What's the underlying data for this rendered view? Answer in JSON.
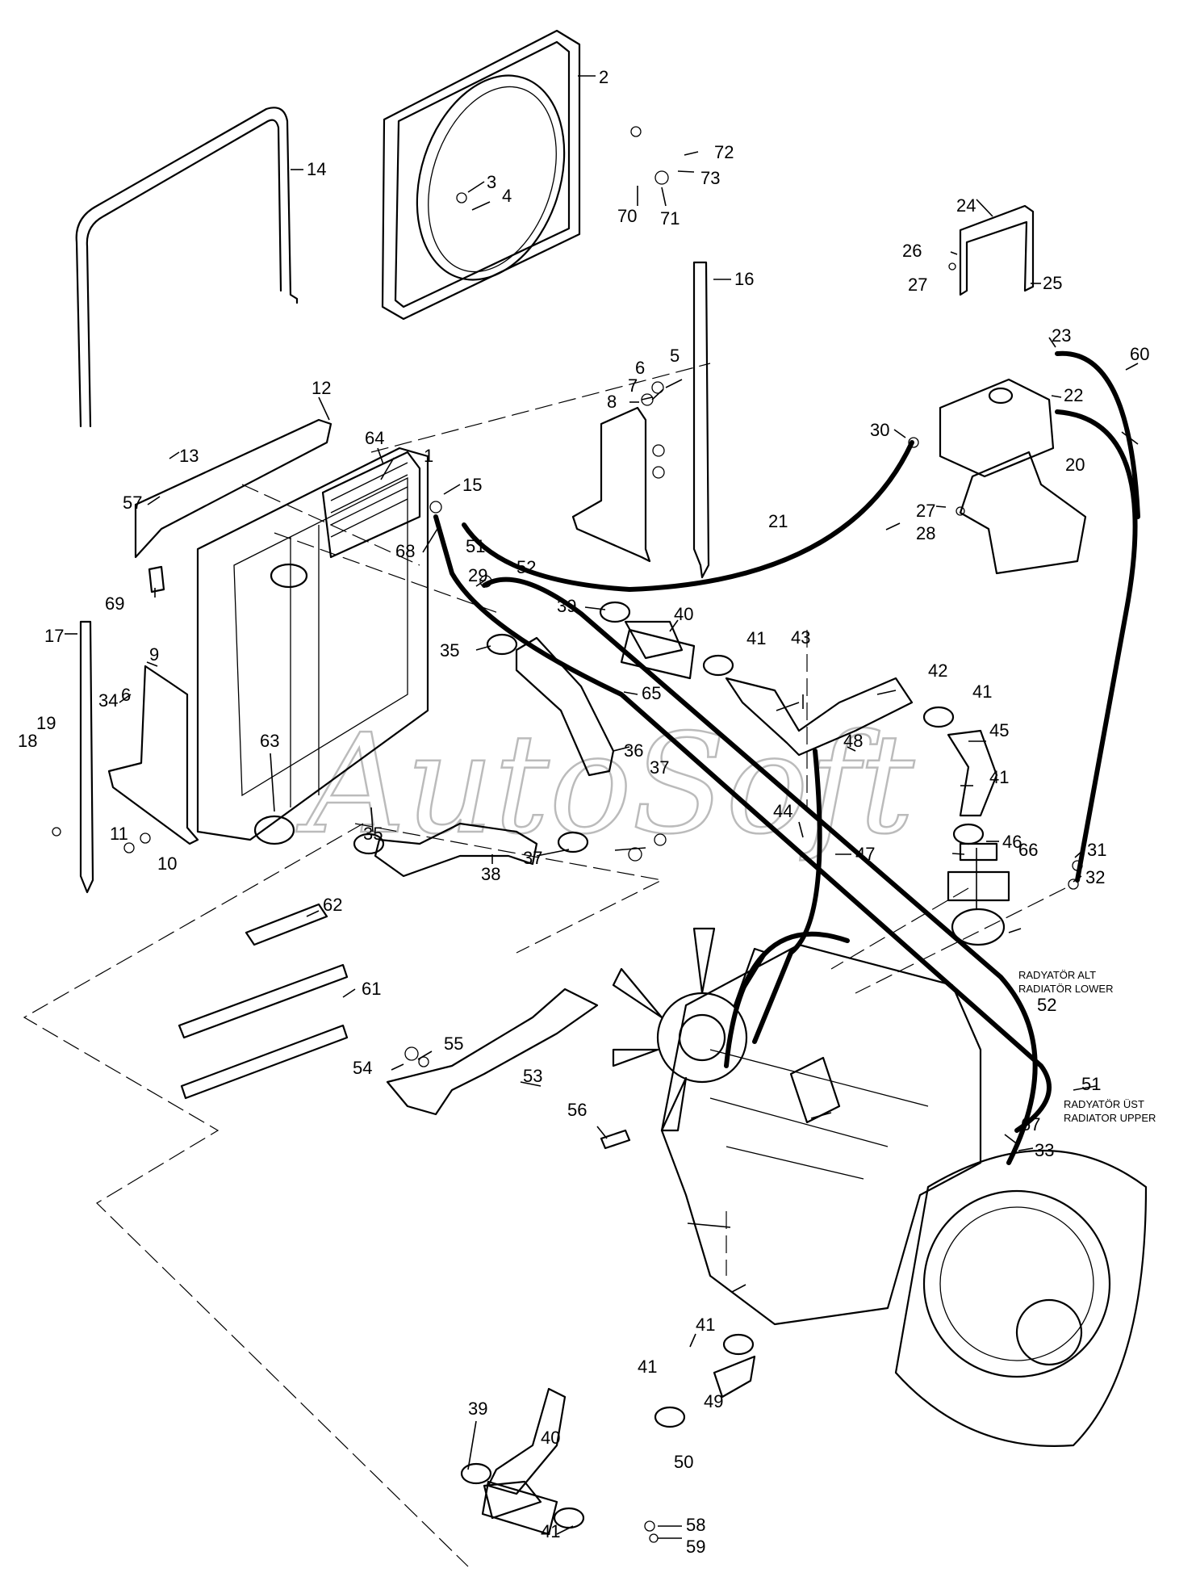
{
  "watermark": "AutoSoft",
  "notes": {
    "lower_tr": "RADYATÖR ALT",
    "lower_en": "RADIATÖR LOWER",
    "upper_tr": "RADYATÖR ÜST",
    "upper_en": "RADIATOR UPPER"
  },
  "callouts": [
    "1",
    "2",
    "3",
    "4",
    "5",
    "6",
    "6",
    "7",
    "8",
    "9",
    "10",
    "11",
    "12",
    "13",
    "14",
    "15",
    "16",
    "17",
    "18",
    "19",
    "20",
    "21",
    "22",
    "23",
    "24",
    "25",
    "26",
    "27",
    "27",
    "28",
    "29",
    "30",
    "31",
    "32",
    "33",
    "34",
    "35",
    "35",
    "36",
    "37",
    "37",
    "38",
    "39",
    "39",
    "40",
    "40",
    "41",
    "41",
    "41",
    "41",
    "41",
    "41",
    "42",
    "43",
    "44",
    "45",
    "46",
    "47",
    "48",
    "49",
    "50",
    "51",
    "51",
    "52",
    "52",
    "53",
    "54",
    "55",
    "56",
    "57",
    "58",
    "59",
    "60",
    "61",
    "62",
    "63",
    "64",
    "65",
    "66",
    "67",
    "68",
    "69",
    "70",
    "71",
    "72",
    "73"
  ]
}
